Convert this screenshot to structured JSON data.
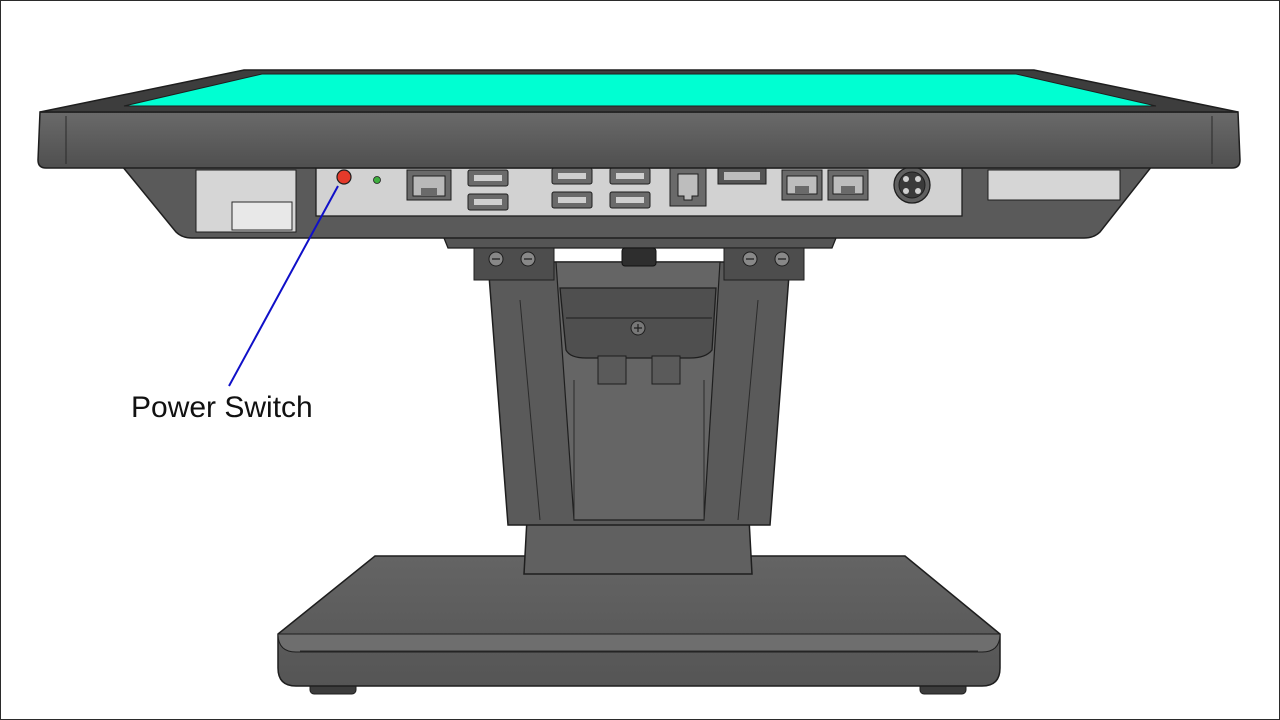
{
  "callout": {
    "label": "Power Switch",
    "line_color": "#1010c8"
  },
  "colors": {
    "screen": "#00ffd2",
    "body": "#5c5c5c",
    "body_dark": "#4a4a4a",
    "io_panel": "#d2d2d2",
    "power_button": "#e53a2a",
    "led": "#3fae3f"
  },
  "ports": [
    {
      "name": "power-button"
    },
    {
      "name": "status-led"
    },
    {
      "name": "lan-port"
    },
    {
      "name": "usb-port-stack-1"
    },
    {
      "name": "usb-port-stack-2"
    },
    {
      "name": "usb-port-stack-3"
    },
    {
      "name": "rj11-port"
    },
    {
      "name": "display-port"
    },
    {
      "name": "serial-rj45-port-1"
    },
    {
      "name": "serial-rj45-port-2"
    },
    {
      "name": "dc-in-port"
    }
  ]
}
